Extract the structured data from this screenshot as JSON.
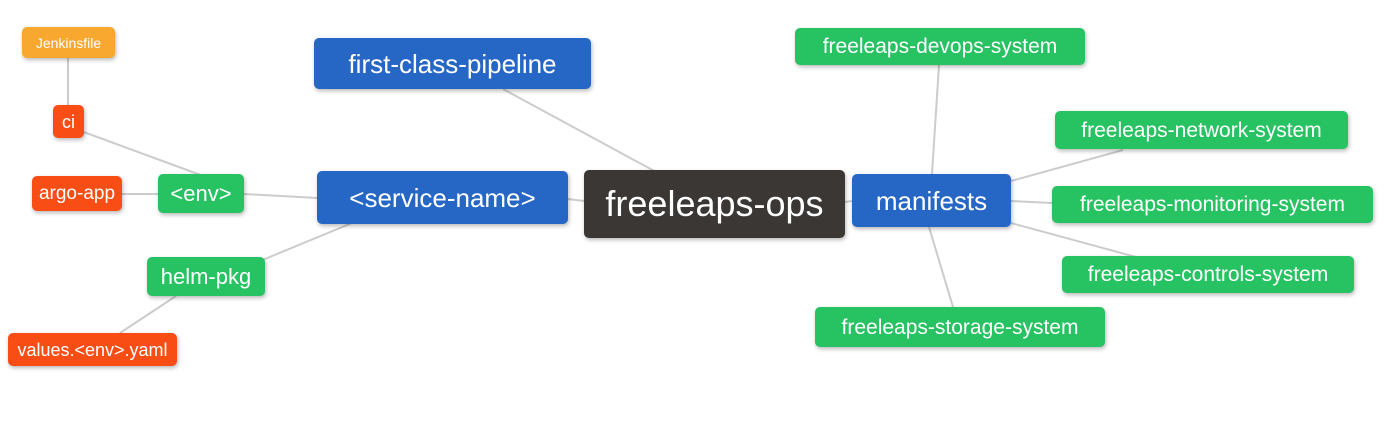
{
  "colors": {
    "orange": "#F8A82F",
    "red": "#F94D16",
    "green": "#27C262",
    "blue": "#2667C6",
    "dark": "#3B3734",
    "edge": "#CCCCCC"
  },
  "nodes": [
    {
      "id": "jenkinsfile",
      "label": "Jenkinsfile",
      "color": "orange"
    },
    {
      "id": "ci",
      "label": "ci",
      "color": "red"
    },
    {
      "id": "argo-app",
      "label": "argo-app",
      "color": "red"
    },
    {
      "id": "env",
      "label": "<env>",
      "color": "green"
    },
    {
      "id": "helm-pkg",
      "label": "helm-pkg",
      "color": "green"
    },
    {
      "id": "values-env-yaml",
      "label": "values.<env>.yaml",
      "color": "red"
    },
    {
      "id": "first-class-pipeline",
      "label": "first-class-pipeline",
      "color": "blue"
    },
    {
      "id": "service-name",
      "label": "<service-name>",
      "color": "blue"
    },
    {
      "id": "freeleaps-ops",
      "label": "freeleaps-ops",
      "color": "dark"
    },
    {
      "id": "manifests",
      "label": "manifests",
      "color": "blue"
    },
    {
      "id": "freeleaps-devops-system",
      "label": "freeleaps-devops-system",
      "color": "green"
    },
    {
      "id": "freeleaps-network-system",
      "label": "freeleaps-network-system",
      "color": "green"
    },
    {
      "id": "freeleaps-monitoring-system",
      "label": "freeleaps-monitoring-system",
      "color": "green"
    },
    {
      "id": "freeleaps-controls-system",
      "label": "freeleaps-controls-system",
      "color": "green"
    },
    {
      "id": "freeleaps-storage-system",
      "label": "freeleaps-storage-system",
      "color": "green"
    }
  ],
  "edges": [
    {
      "from": "jenkinsfile",
      "to": "ci"
    },
    {
      "from": "ci",
      "to": "env"
    },
    {
      "from": "argo-app",
      "to": "env"
    },
    {
      "from": "env",
      "to": "service-name"
    },
    {
      "from": "helm-pkg",
      "to": "service-name"
    },
    {
      "from": "values-env-yaml",
      "to": "helm-pkg"
    },
    {
      "from": "service-name",
      "to": "freeleaps-ops"
    },
    {
      "from": "first-class-pipeline",
      "to": "freeleaps-ops"
    },
    {
      "from": "freeleaps-ops",
      "to": "manifests"
    },
    {
      "from": "manifests",
      "to": "freeleaps-devops-system"
    },
    {
      "from": "manifests",
      "to": "freeleaps-network-system"
    },
    {
      "from": "manifests",
      "to": "freeleaps-monitoring-system"
    },
    {
      "from": "manifests",
      "to": "freeleaps-controls-system"
    },
    {
      "from": "manifests",
      "to": "freeleaps-storage-system"
    }
  ]
}
